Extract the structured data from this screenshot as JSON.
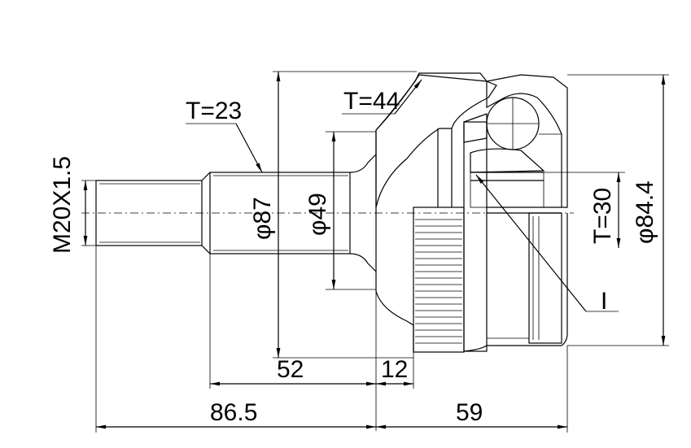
{
  "drawing": {
    "labels": {
      "thread": "M20X1.5",
      "t23": "T=23",
      "t44": "T=44",
      "t30": "T=30",
      "d87": "φ87",
      "d49": "φ49",
      "d844": "φ84.4",
      "i": "I",
      "dim52": "52",
      "dim12": "12",
      "dim865": "86.5",
      "dim59": "59"
    }
  }
}
